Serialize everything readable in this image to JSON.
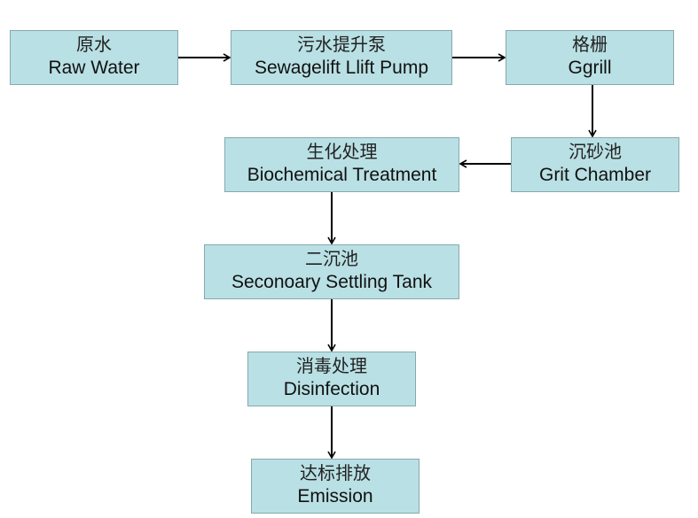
{
  "diagram": {
    "type": "process-flowchart",
    "nodes": [
      {
        "id": "raw-water",
        "zh": "原水",
        "en": "Raw Water"
      },
      {
        "id": "lift-pump",
        "zh": "污水提升泵",
        "en": "Sewagelift Llift Pump"
      },
      {
        "id": "grill",
        "zh": "格栅",
        "en": "Ggrill"
      },
      {
        "id": "grit-chamber",
        "zh": "沉砂池",
        "en": "Grit Chamber"
      },
      {
        "id": "biochemical",
        "zh": "生化处理",
        "en": "Biochemical Treatment"
      },
      {
        "id": "secondary-settling",
        "zh": "二沉池",
        "en": "Seconoary Settling Tank"
      },
      {
        "id": "disinfection",
        "zh": "消毒处理",
        "en": "Disinfection"
      },
      {
        "id": "emission",
        "zh": "达标排放",
        "en": "Emission"
      }
    ],
    "edges": [
      {
        "from": "raw-water",
        "to": "lift-pump"
      },
      {
        "from": "lift-pump",
        "to": "grill"
      },
      {
        "from": "grill",
        "to": "grit-chamber"
      },
      {
        "from": "grit-chamber",
        "to": "biochemical"
      },
      {
        "from": "biochemical",
        "to": "secondary-settling"
      },
      {
        "from": "secondary-settling",
        "to": "disinfection"
      },
      {
        "from": "disinfection",
        "to": "emission"
      }
    ],
    "colors": {
      "box_fill": "#b9e0e4",
      "box_border": "#86a9ad",
      "arrow": "#000000"
    }
  }
}
